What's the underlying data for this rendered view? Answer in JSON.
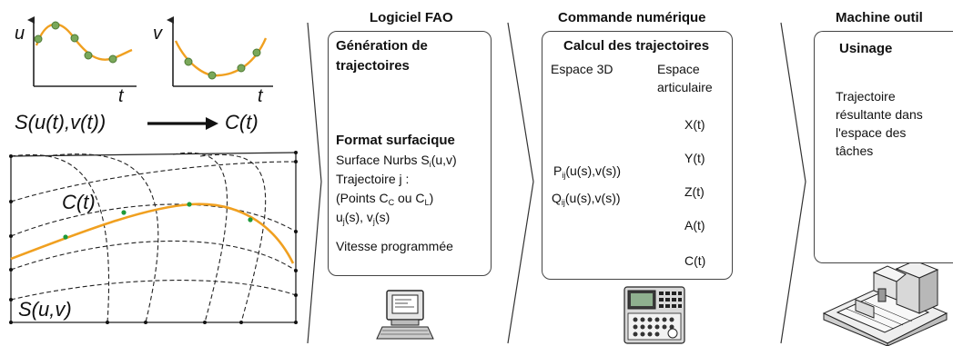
{
  "colors": {
    "curve": "#f0a020",
    "point_fill": "#7aa85a",
    "point_stroke": "#4e7a34",
    "green_dot": "#1e9a3a",
    "line": "#222222"
  },
  "plots": {
    "u_plot": {
      "axis_y": "u",
      "axis_x": "t"
    },
    "v_plot": {
      "axis_y": "v",
      "axis_x": "t"
    }
  },
  "mapping": {
    "left": "S(u(t),v(t))",
    "right": "C(t)"
  },
  "surface": {
    "curve_label": "C(t)",
    "surface_label": "S(u,v)"
  },
  "headers": {
    "cam": "Logiciel FAO",
    "cnc": "Commande numérique",
    "machine": "Machine outil"
  },
  "cam_box": {
    "title_line1": "Génération de",
    "title_line2": "trajectoires",
    "section": "Format surfacique",
    "surface_nurbs": "Surface Nurbs S",
    "surface_nurbs_sub": "i",
    "surface_nurbs_tail": "(u,v)",
    "trajectory": "Trajectoire j :",
    "points_a": "(Points C",
    "points_sub1": "C",
    "points_mid": " ou C",
    "points_sub2": "L",
    "points_end": ")",
    "uj_a": "u",
    "uj_sub": "j",
    "uj_b": "(s), v",
    "vj_sub": "j",
    "uj_c": "(s)",
    "speed": "Vitesse programmée"
  },
  "cnc_box": {
    "title": "Calcul des trajectoires",
    "col1": "Espace 3D",
    "col2_line1": "Espace",
    "col2_line2": "articulaire",
    "p_a": "P",
    "p_sub": "ij",
    "p_b": "(u(s),v(s))",
    "q_a": "Q",
    "q_sub": "ij",
    "q_b": "(u(s),v(s))",
    "outputs": [
      "X(t)",
      "Y(t)",
      "Z(t)",
      "A(t)",
      "C(t)"
    ]
  },
  "machine_box": {
    "title": "Usinage",
    "desc_lines": [
      "Trajectoire",
      "résultante dans",
      "l'espace des",
      "tâches"
    ]
  },
  "icons": [
    "computer-icon",
    "cnc-panel-icon",
    "machine-tool-icon",
    "hollow-arrow-icon"
  ]
}
